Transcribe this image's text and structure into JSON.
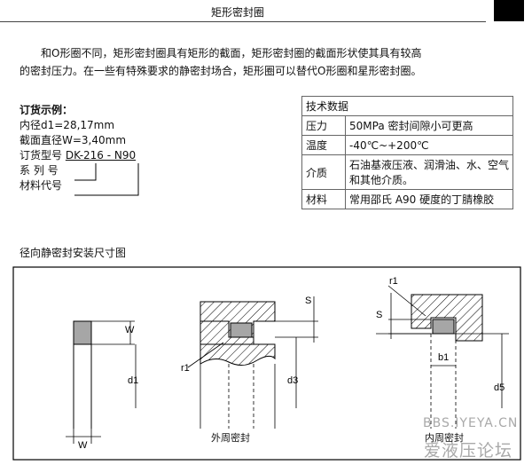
{
  "header": {
    "title": "矩形密封圈"
  },
  "intro": {
    "line1": "和O形圈不同，矩形密封圈具有矩形的截面，矩形密封圈的截面形状使其具有较高",
    "line2": "的密封压力。在一些有特殊要求的静密封场合，矩形圈可以替代O形圈和星形密封圈。"
  },
  "order": {
    "heading": "订货示例：",
    "inner_diameter": "内径d1=28,17mm",
    "section_diameter": "截面直径W=3,40mm",
    "model_label": "订货型号",
    "model_value": "DK-216 - N90",
    "series_label": "系 列 号",
    "material_label": "材料代号"
  },
  "spec": {
    "title": "技术数据",
    "rows": [
      {
        "key": "压力",
        "value": "50MPa 密封间隙小可更高"
      },
      {
        "key": "温度",
        "value": "-40℃~+200℃"
      },
      {
        "key": "介质",
        "value": "石油基液压液、润滑油、水、空气和其他介质。"
      },
      {
        "key": "材料",
        "value": "常用邵氏 A90 硬度的丁腈橡胶"
      }
    ]
  },
  "drawing": {
    "section_title": "径向静密封安装尺寸图",
    "labels": {
      "W": "W",
      "d1": "d1",
      "S": "S",
      "r1": "r1",
      "d3": "d3",
      "b1": "b1",
      "d5": "d5"
    },
    "caption_outer": "外周密封",
    "caption_inner": "内周密封"
  },
  "watermark": {
    "top": "BBS.IYEYA.CN",
    "bottom": "爱液压论坛"
  },
  "colors": {
    "seal_fill": "#a6a6a6",
    "line": "#000000",
    "dash": "#555555"
  }
}
